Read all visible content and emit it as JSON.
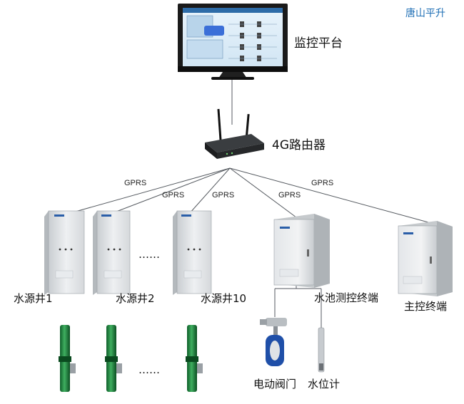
{
  "brand": "唐山平升",
  "platform": {
    "label": "监控平台"
  },
  "router": {
    "label": "4G路由器"
  },
  "links": [
    "GPRS",
    "GPRS",
    "GPRS",
    "GPRS",
    "GPRS"
  ],
  "wells": [
    {
      "label": "水源井1"
    },
    {
      "label": "水源井2"
    },
    {
      "label": "水源井10"
    }
  ],
  "ellipsis": "……",
  "pool_terminal": {
    "label": "水池测控终端"
  },
  "main_terminal": {
    "label": "主控终端"
  },
  "devices": {
    "valve": "电动阀门",
    "level_meter": "水位计"
  }
}
